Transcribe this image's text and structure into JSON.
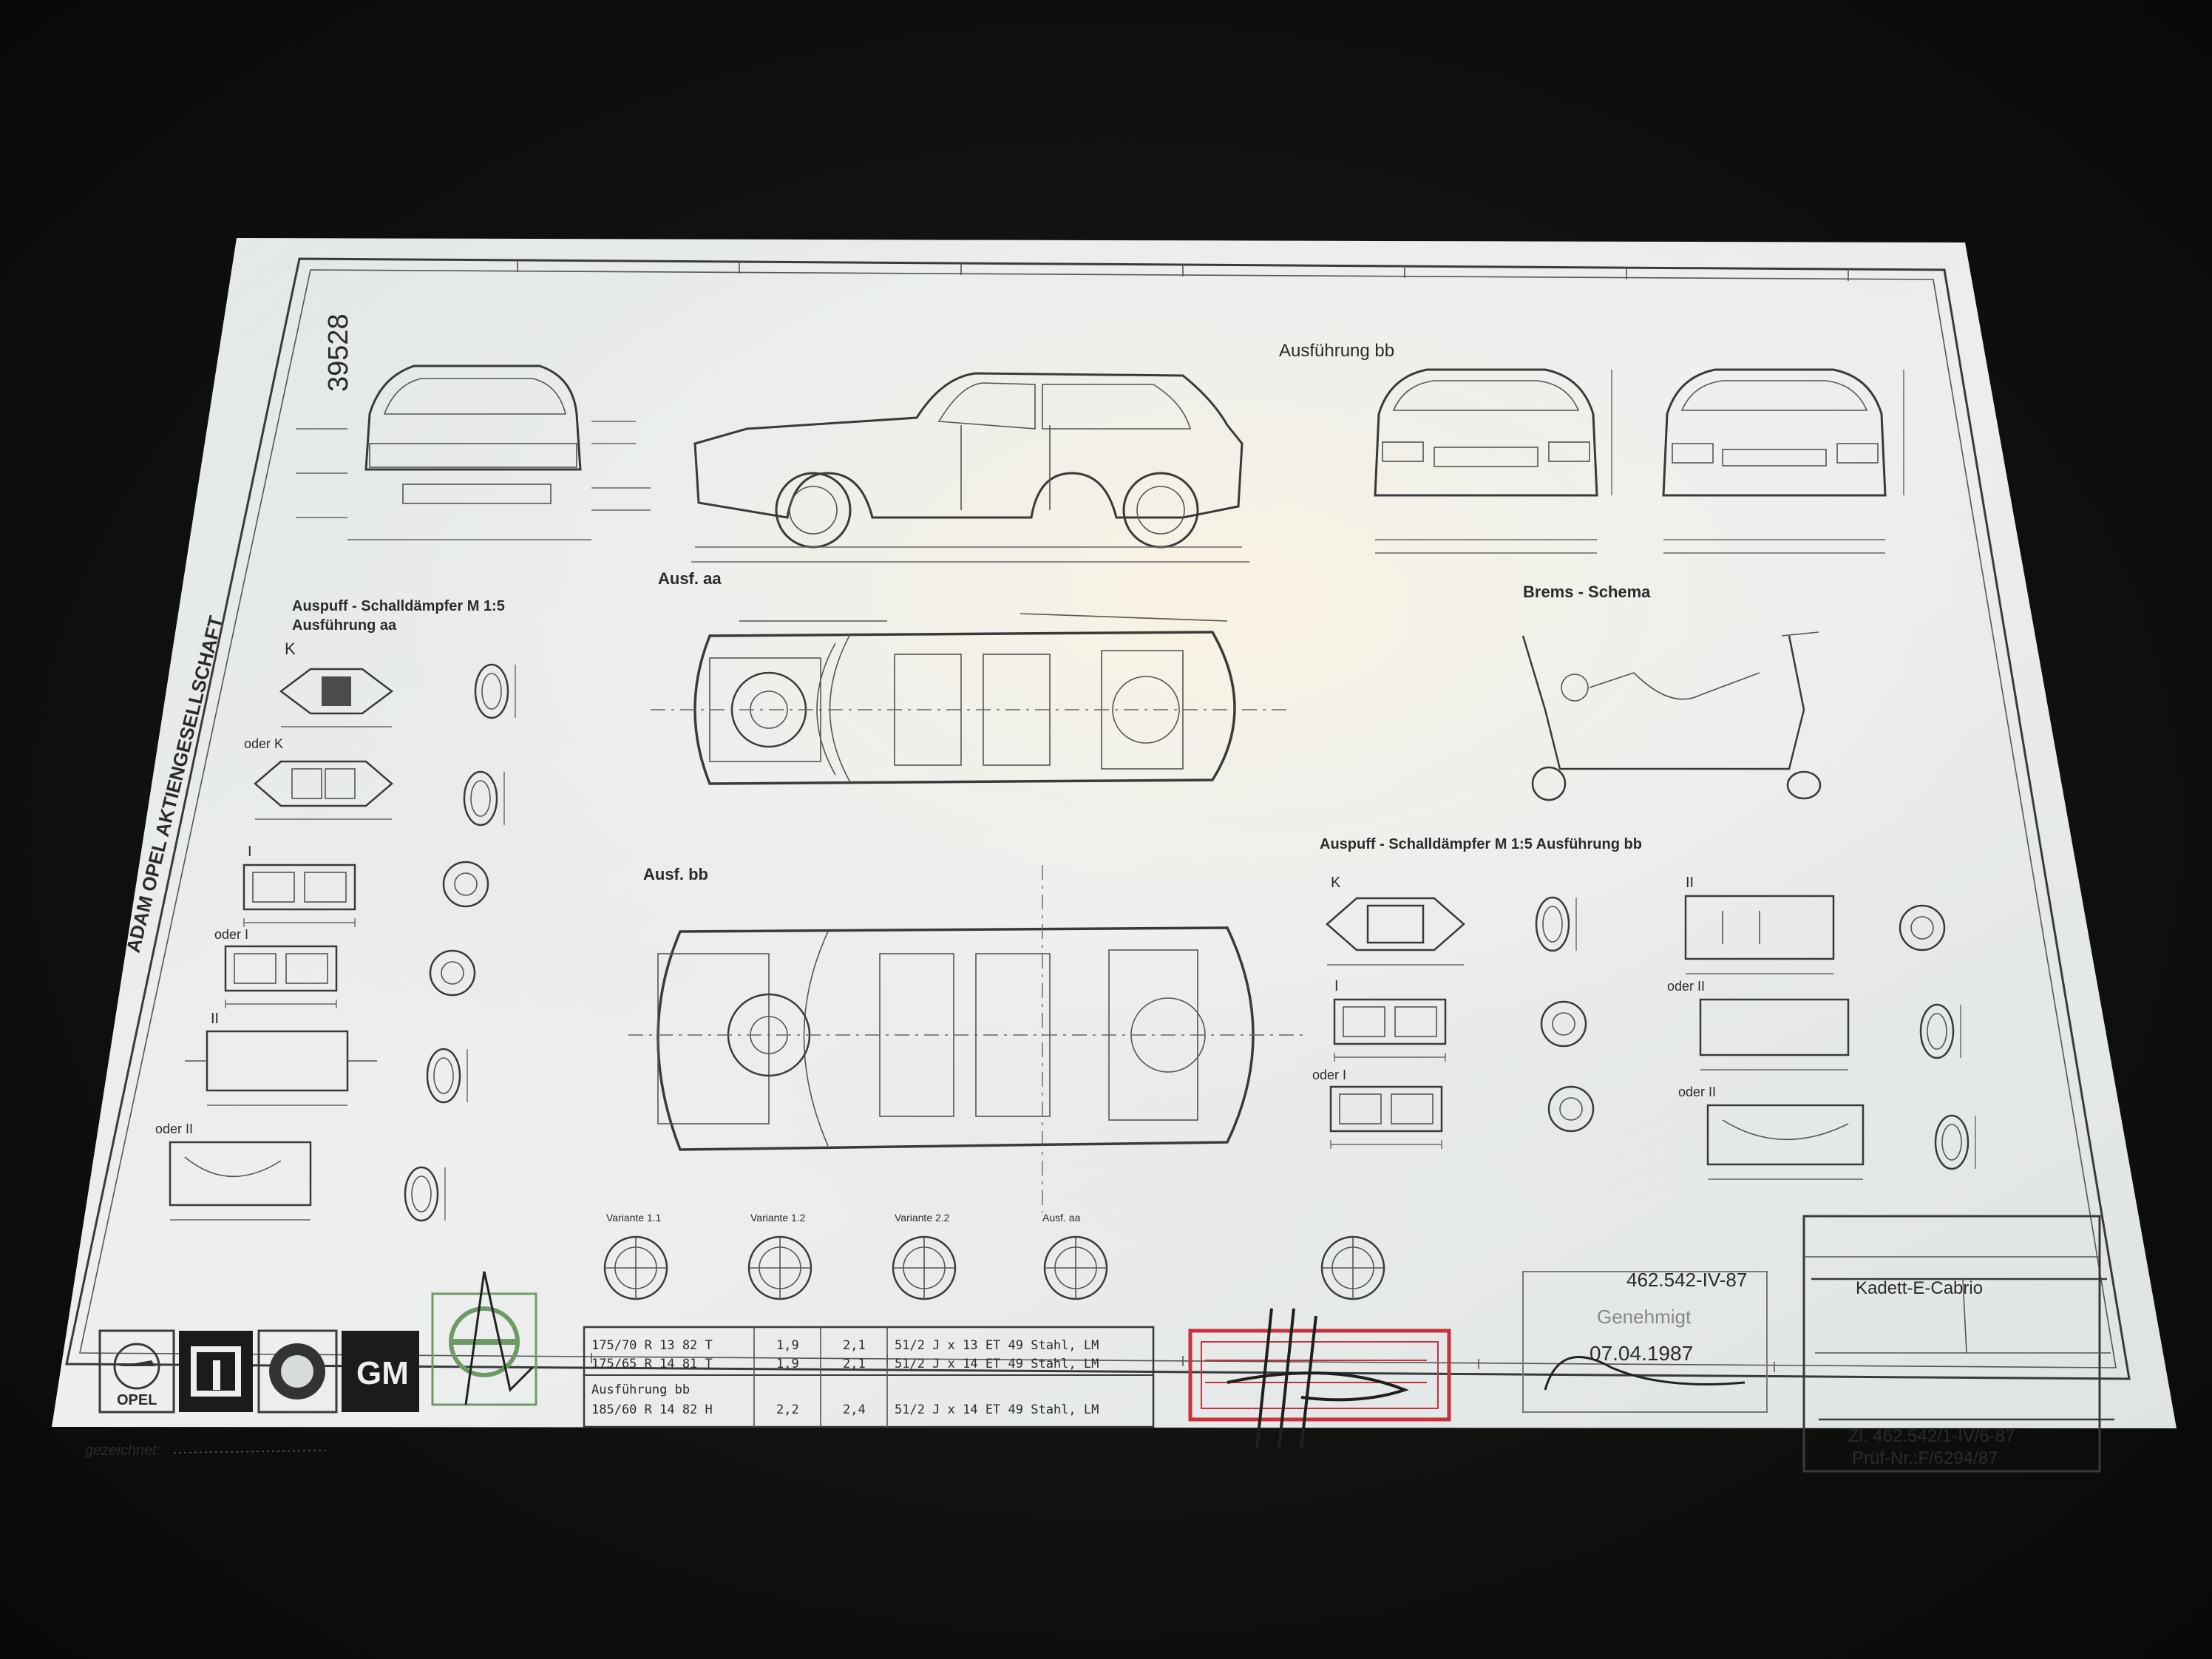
{
  "sheet": {
    "company_vertical": "ADAM OPEL AKTIENGESELLSCHAFT",
    "drawing_number_top": "39528",
    "variant_label_top": "Ausführung bb",
    "brake_title": "Brems - Schema",
    "section_aa": "Ausf. aa",
    "section_bb": "Ausf. bb",
    "muffler_left_title": "Auspuff - Schalldämpfer  M 1:5",
    "muffler_left_subtitle": "Ausführung  aa",
    "muffler_right_title": "Auspuff - Schalldämpfer  M 1:5   Ausführung  bb",
    "part_K": "K",
    "part_I": "I",
    "part_II": "II",
    "part_oder_K": "oder K",
    "part_oder_I": "oder I",
    "part_oder_II": "oder II",
    "steering_labels": [
      "Variante 1.1",
      "Variante 1.2",
      "Variante 2.2",
      "Ausf. aa"
    ],
    "wheel_table": {
      "rows": [
        [
          "175/70 R 13 82 T",
          "1,9",
          "2,1",
          "51/2 J x 13 ET 49  Stahl, LM"
        ],
        [
          "175/65 R 14 81 T",
          "1,9",
          "2,1",
          "51/2 J x 14 ET 49  Stahl, LM"
        ],
        [
          "Ausführung bb",
          "",
          "",
          ""
        ],
        [
          "185/60 R 14 82 H",
          "2,2",
          "2,4",
          "51/2 J x 14 ET 49  Stahl, LM"
        ]
      ]
    },
    "approval_label": "gezeichnet:",
    "stamp_date": "07.04.1987",
    "stamp_title": "Genehmigt",
    "stamp_number": "462.542-IV-87",
    "title_block": {
      "name": "Kadett-E-Cabrio",
      "drawing_no": "Zl. 462.542/1-IV/6-87",
      "pruef_no": "Prüf-Nr.:F/6294/87"
    },
    "logos": {
      "opel": "OPEL",
      "gm": "GM",
      "isuzu_icon": "isuzu-logo",
      "holden_icon": "holden-logo"
    }
  },
  "colors": {
    "background": "#121411",
    "paper": "#ecefee",
    "paper_warm": "#f3ead4",
    "ink": "#2b2b2b",
    "red_stamp": "#c8323a",
    "green_stamp": "#6f9a66"
  }
}
